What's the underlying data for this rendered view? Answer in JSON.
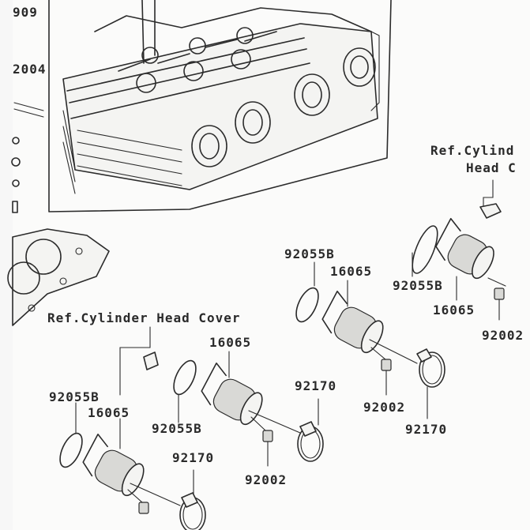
{
  "colors": {
    "ink": "#2b2b2b",
    "paper": "#fbfbfa"
  },
  "labels": {
    "part_909": "909",
    "part_2004": "2004",
    "ref_right_line1": "Ref.Cylind",
    "ref_right_line2": "Head C",
    "ref_left": "Ref.Cylinder Head Cover",
    "o_ring_a": "92055B",
    "o_ring_b": "92055B",
    "o_ring_c": "92055B",
    "o_ring_d": "92055B",
    "holder_a": "16065",
    "holder_b": "16065",
    "holder_c": "16065",
    "holder_d": "16065",
    "clamp_a": "92170",
    "clamp_b": "92170",
    "clamp_c": "92170",
    "screw_a": "92002",
    "screw_b": "92002",
    "screw_c": "92002"
  }
}
